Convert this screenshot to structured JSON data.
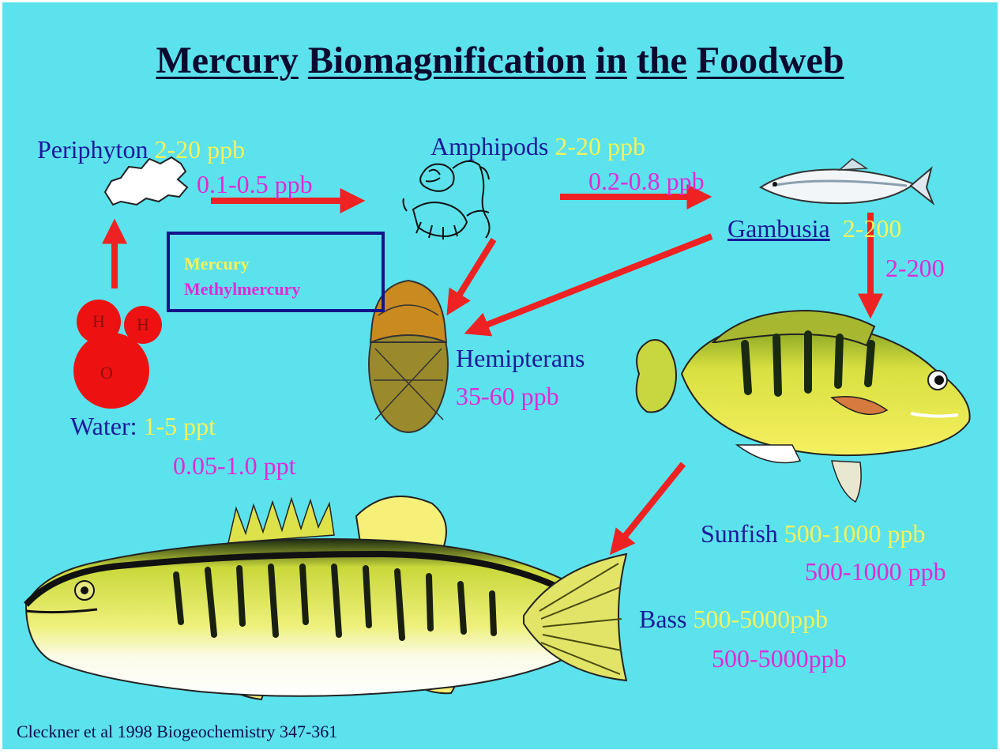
{
  "title": {
    "word1": "Mercury",
    "word2": "Biomagnification",
    "word3": "in",
    "word4": "the",
    "word5": "Foodweb"
  },
  "legend": {
    "mercury": "Mercury",
    "methylmercury": "Methylmercury"
  },
  "colors": {
    "background": "#5ce2ec",
    "name_text": "#1a1a9a",
    "mercury": "#f6f25a",
    "methylmercury": "#e02ad8",
    "arrow": "#ee2222"
  },
  "organisms": {
    "periphyton": {
      "name": "Periphyton",
      "mercury": "2-20 ppb",
      "methylmercury": "0.1-0.5 ppb"
    },
    "amphipods": {
      "name": "Amphipods",
      "mercury": "2-20 ppb",
      "methylmercury": "0.2-0.8 ppb"
    },
    "gambusia": {
      "name": "Gambusia",
      "mercury": "2-200",
      "methylmercury": "2-200"
    },
    "hemipterans": {
      "name": "Hemipterans",
      "methylmercury": "35-60 ppb"
    },
    "water": {
      "name": "Water:",
      "mercury": "1-5 ppt",
      "methylmercury": "0.05-1.0 ppt"
    },
    "sunfish": {
      "name": "Sunfish",
      "mercury": "500-1000 ppb",
      "methylmercury": "500-1000 ppb"
    },
    "bass": {
      "name": "Bass",
      "mercury": "500-5000ppb",
      "methylmercury": "500-5000ppb"
    }
  },
  "molecule": {
    "h_label": "H",
    "o_label": "O"
  },
  "citation": "Cleckner et al 1998 Biogeochemistry 347-361"
}
